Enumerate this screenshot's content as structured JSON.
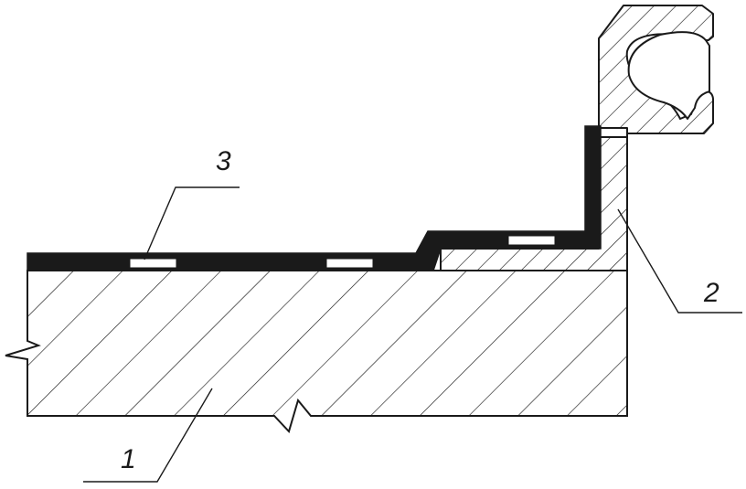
{
  "callouts": [
    {
      "id": "1",
      "label": "1"
    },
    {
      "id": "2",
      "label": "2"
    },
    {
      "id": "3",
      "label": "3"
    }
  ],
  "colors": {
    "ink": "#1a1a1a",
    "fill": "#ffffff"
  }
}
